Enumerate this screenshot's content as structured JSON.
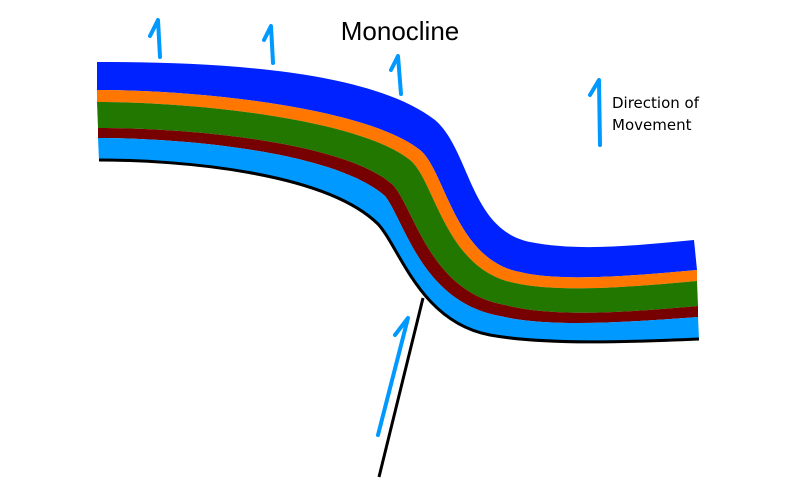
{
  "diagram": {
    "title": "Monocline",
    "legend": {
      "line1": "Direction of",
      "line2": "Movement"
    },
    "layers": [
      {
        "name": "top-layer",
        "color": "#0022ff"
      },
      {
        "name": "orange-layer",
        "color": "#ff7700"
      },
      {
        "name": "green-layer",
        "color": "#227700"
      },
      {
        "name": "maroon-layer",
        "color": "#770000"
      },
      {
        "name": "light-blue-layer",
        "color": "#0099ff"
      }
    ],
    "arrow_color": "#0099ff",
    "fault_color": "#000000"
  }
}
